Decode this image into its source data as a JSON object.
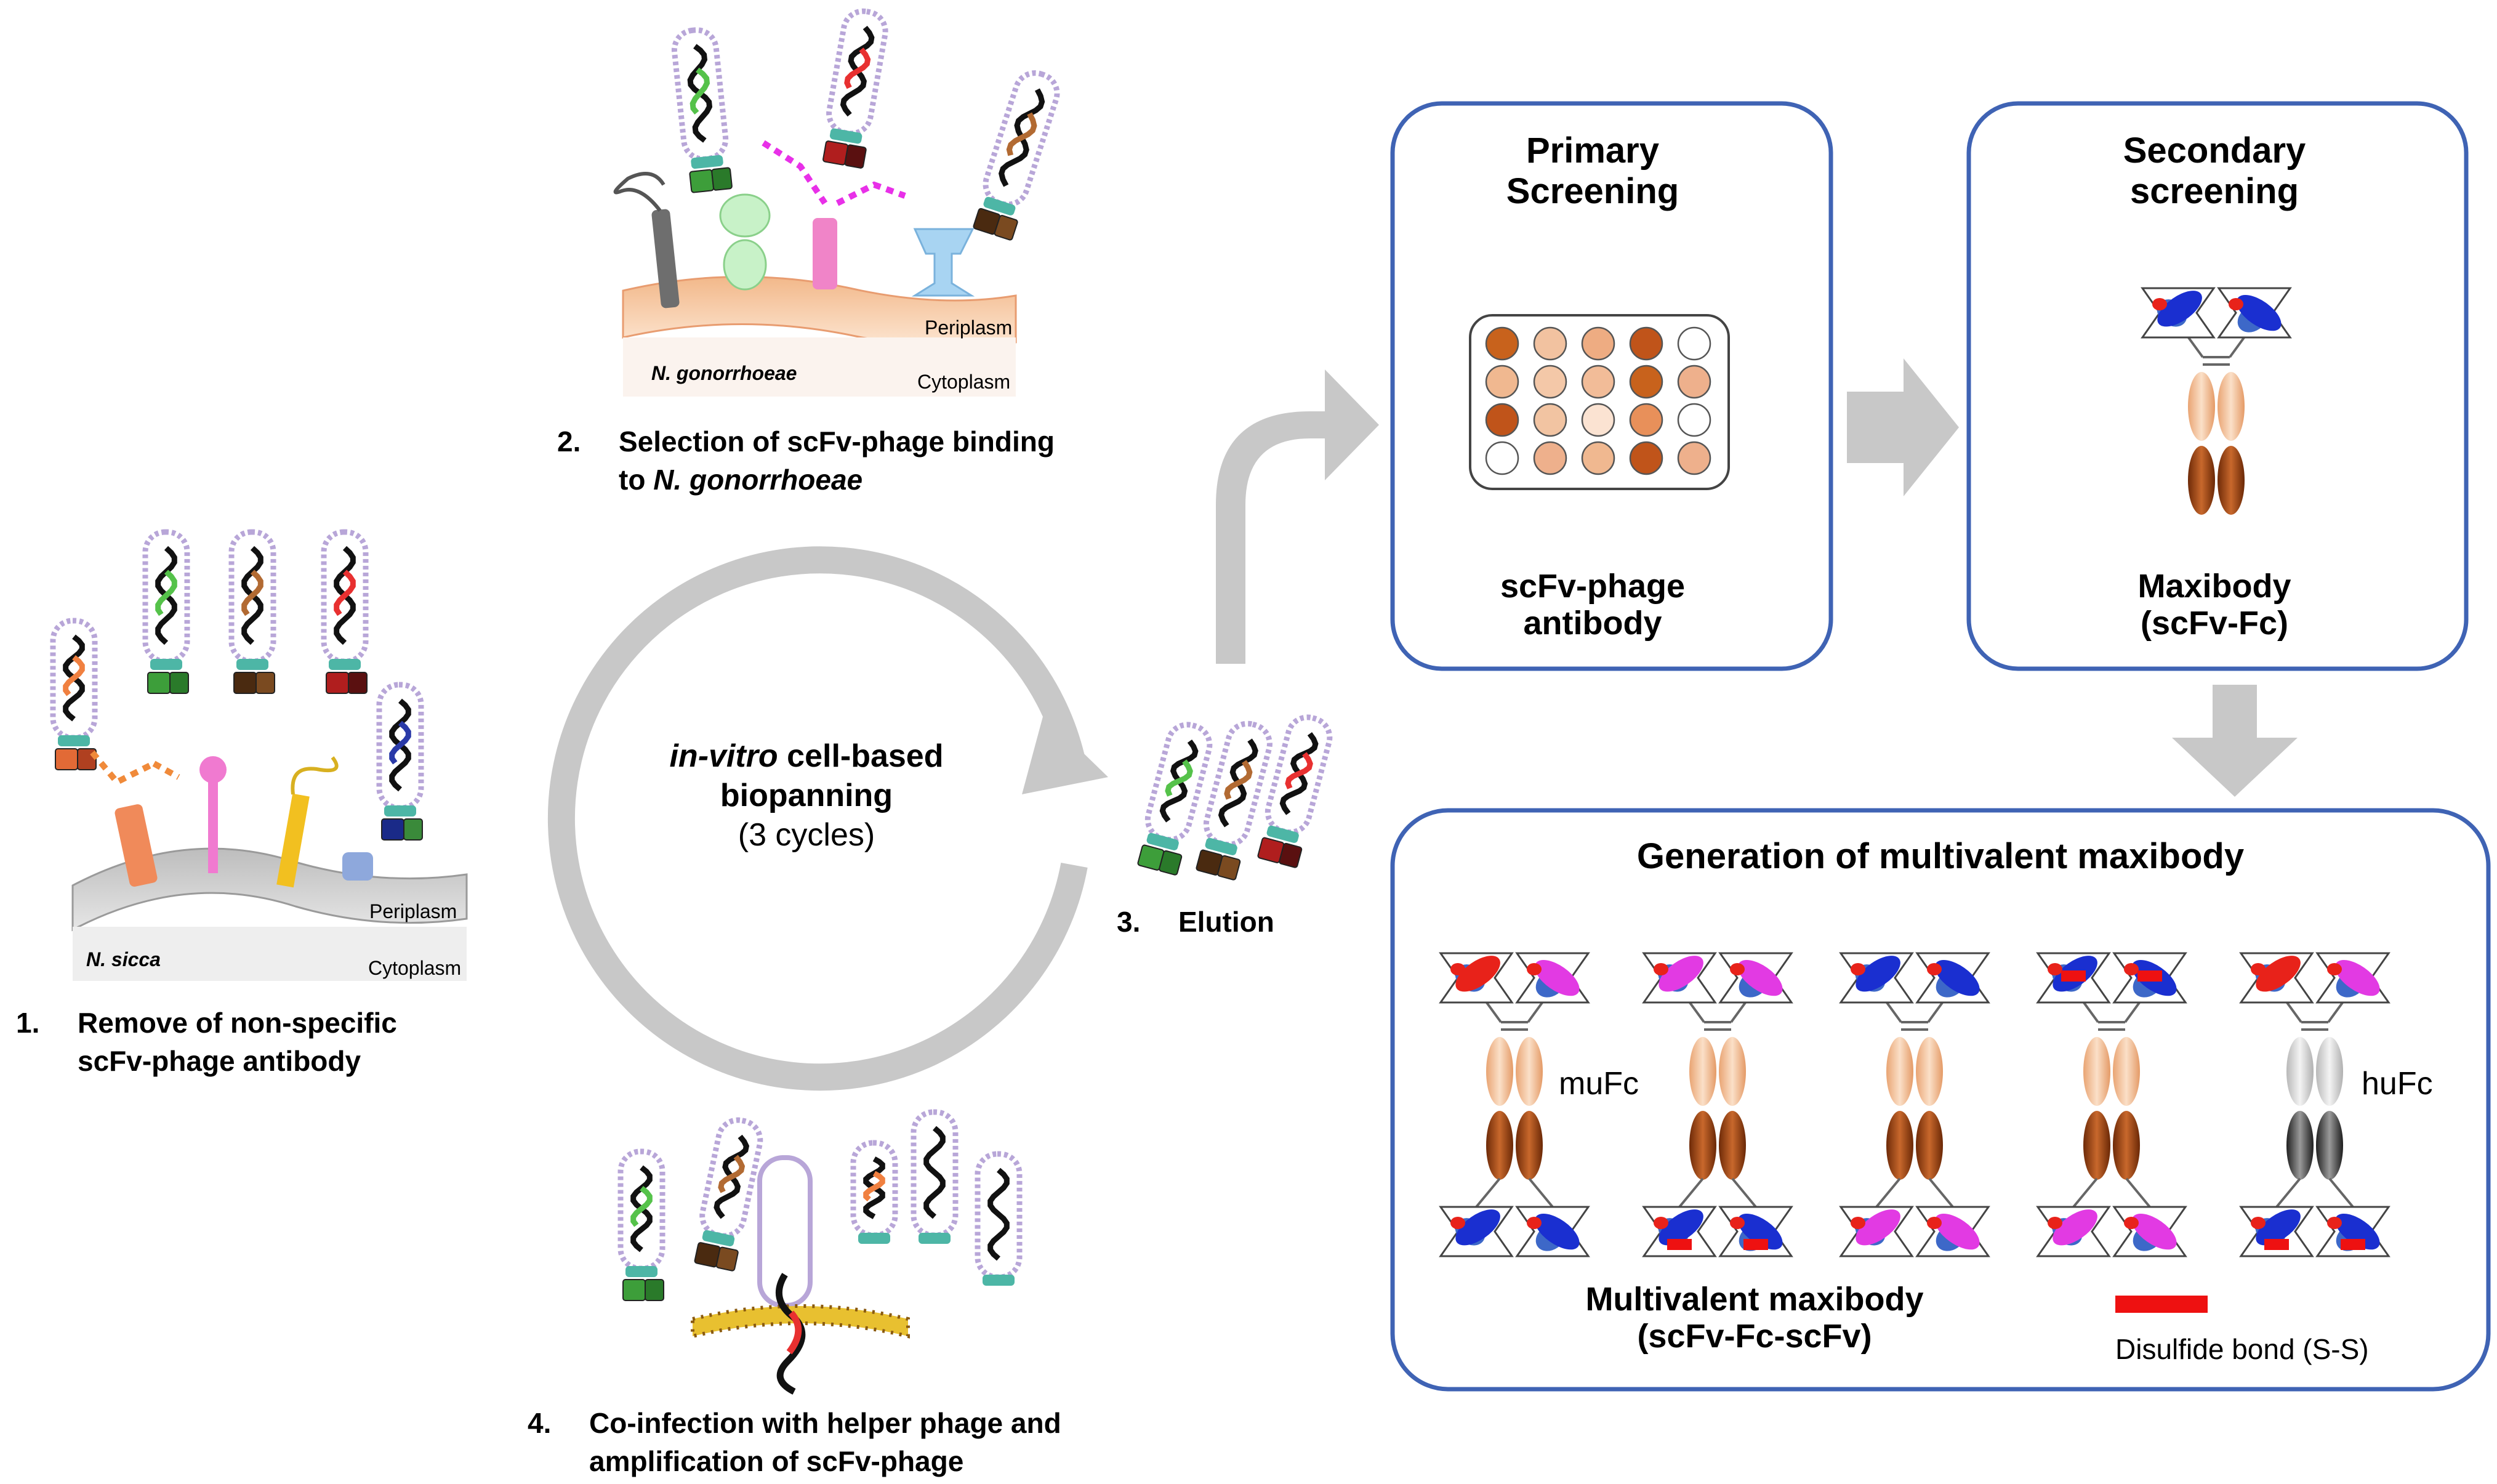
{
  "step1": {
    "number": "1.",
    "line1": "Remove of non-specific",
    "line2": "scFv-phage antibody"
  },
  "step2": {
    "number": "2.",
    "line1": "Selection of scFv-phage binding",
    "line2": "to N. gonorrhoeae"
  },
  "step3": {
    "number": "3.",
    "label": "Elution"
  },
  "step4": {
    "number": "4.",
    "line1": "Co-infection with helper phage and",
    "line2": "amplification of scFv-phage"
  },
  "cell_sicca": {
    "organism": "N. sicca",
    "periplasm": "Periplasm",
    "cytoplasm": "Cytoplasm"
  },
  "cell_gono": {
    "organism": "N. gonorrhoeae",
    "periplasm": "Periplasm",
    "cytoplasm": "Cytoplasm"
  },
  "cycle": {
    "italic": "in-vitro",
    "line1_rest": " cell-based",
    "line2": "biopanning",
    "line3": "(3 cycles)"
  },
  "primary_box": {
    "title_line1": "Primary",
    "title_line2": "Screening",
    "label_line1": "scFv-phage",
    "label_line2": "antibody"
  },
  "secondary_box": {
    "title_line1": "Secondary",
    "title_line2": "screening",
    "label_line1": "Maxibody",
    "label_line2": "(scFv-Fc)"
  },
  "multivalent_box": {
    "title": "Generation of multivalent maxibody",
    "label_line1": "Multivalent maxibody",
    "label_line2": "(scFv-Fc-scFv)",
    "mu_label": "muFc",
    "hu_label": "huFc",
    "legend_label": "Disulfide bond (S-S)"
  },
  "plate_wells": [
    [
      "#c8621c",
      "#f2c2a0",
      "#eeac82",
      "#c0541a",
      "#ffffff"
    ],
    [
      "#f0b890",
      "#f4c8a8",
      "#f2bc98",
      "#c8621c",
      "#eeb08c"
    ],
    [
      "#c0541a",
      "#f2c4a2",
      "#fbe3d2",
      "#e8905a",
      "#ffffff"
    ],
    [
      "#ffffff",
      "#eeb08c",
      "#f0b890",
      "#c0541a",
      "#eeb08c"
    ]
  ],
  "colors": {
    "box_border": "#3f63b4",
    "gray_arrow": "#c8c8c8",
    "light_fc": "#f3c59c",
    "dark_fc": "#a44a1a",
    "blue_scfv": "#1a2fd0",
    "magenta_scfv": "#e23ae3",
    "red_scfv": "#e8221a",
    "disulfide": "#ee1111"
  }
}
